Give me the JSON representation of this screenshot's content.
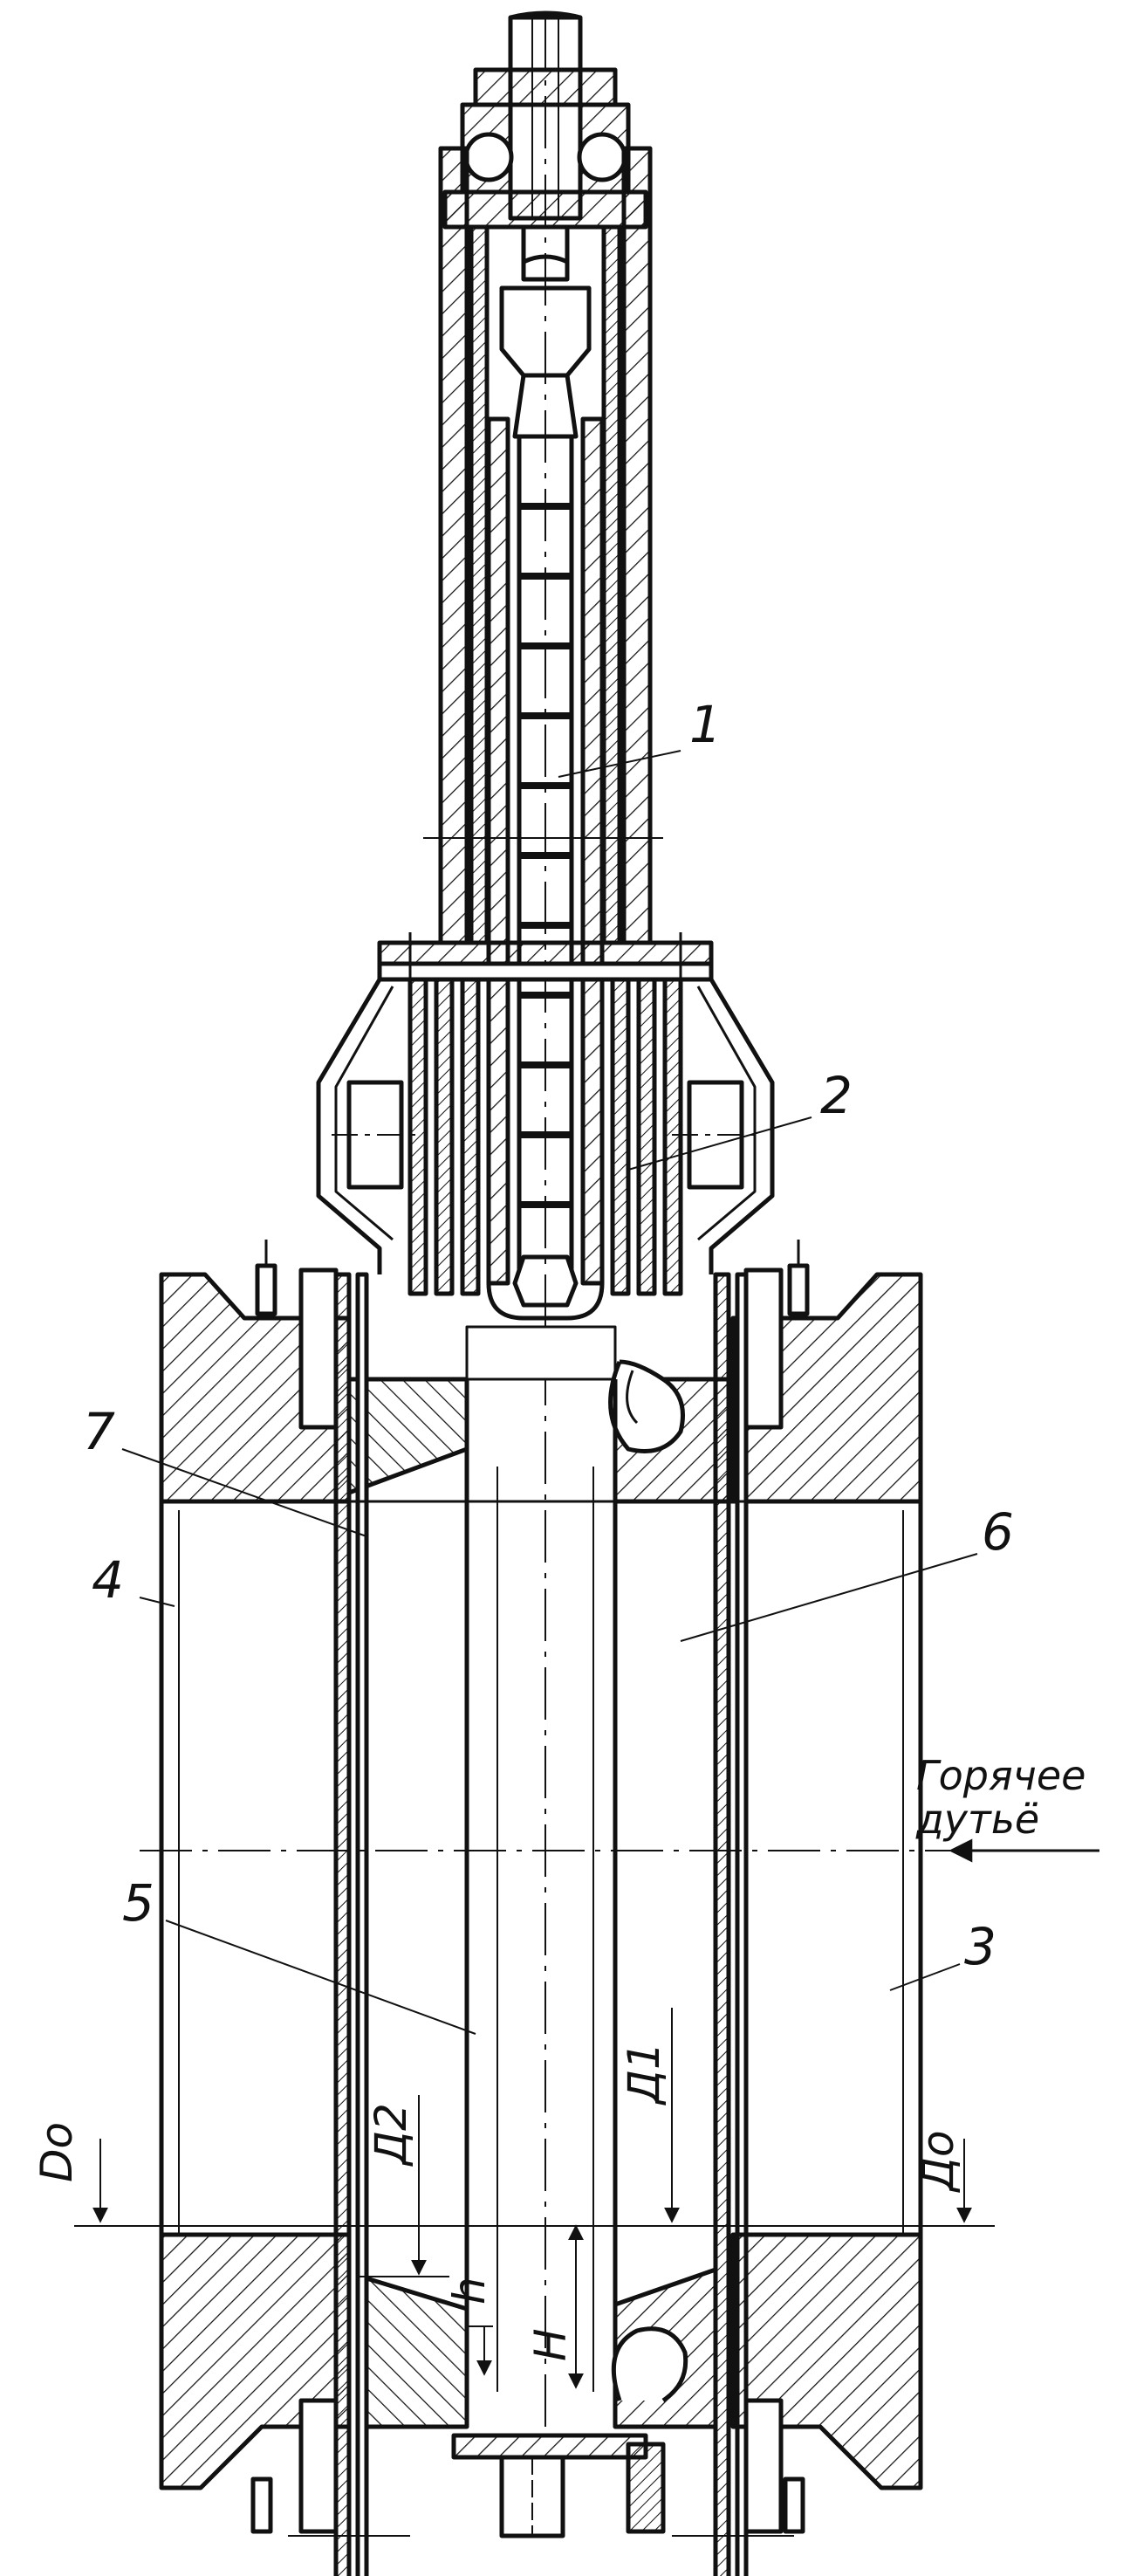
{
  "colors": {
    "ink": "#111111",
    "paper": "#ffffff"
  },
  "callouts": {
    "c1": "1",
    "c2": "2",
    "c3": "3",
    "c4": "4",
    "c5": "5",
    "c6": "6",
    "c7": "7"
  },
  "flow": {
    "line1": "Горячее",
    "line2": "дутьё"
  },
  "dimensions": {
    "d0_left": "Do",
    "d0_right": "Дo",
    "d1": "Д1",
    "d2": "Д2",
    "h_small": "h",
    "h_big": "H"
  }
}
